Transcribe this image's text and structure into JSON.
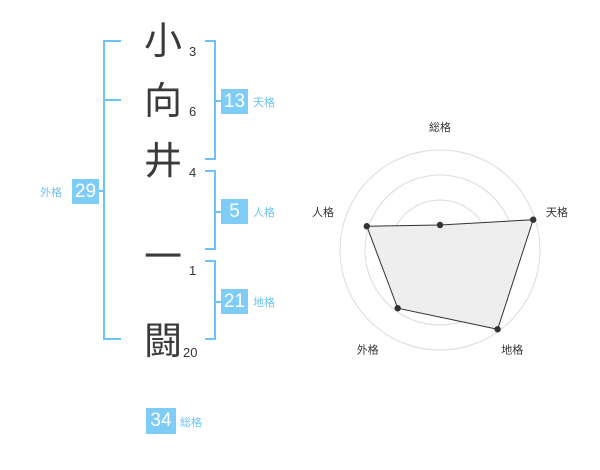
{
  "characters": [
    {
      "char": "小",
      "strokes": "3"
    },
    {
      "char": "向",
      "strokes": "6"
    },
    {
      "char": "井",
      "strokes": "4"
    },
    {
      "char": "一",
      "strokes": "1"
    },
    {
      "char": "闘",
      "strokes": "20"
    }
  ],
  "fortunes": {
    "tenkaku": {
      "value": "13",
      "label": "天格"
    },
    "jinkaku": {
      "value": "5",
      "label": "人格"
    },
    "chikaku": {
      "value": "21",
      "label": "地格"
    },
    "gaikaku": {
      "value": "29",
      "label": "外格"
    },
    "soukaku": {
      "value": "34",
      "label": "総格"
    }
  },
  "colors": {
    "accent": "#7fccf7",
    "line": "#6ec3f5",
    "polygon_fill": "#eeeeee"
  },
  "chart_data": {
    "type": "radar",
    "axes": [
      "総格",
      "天格",
      "地格",
      "外格",
      "人格"
    ],
    "values": [
      0.25,
      0.98,
      0.98,
      0.72,
      0.77
    ],
    "rings": 4,
    "range": [
      0,
      1
    ]
  }
}
